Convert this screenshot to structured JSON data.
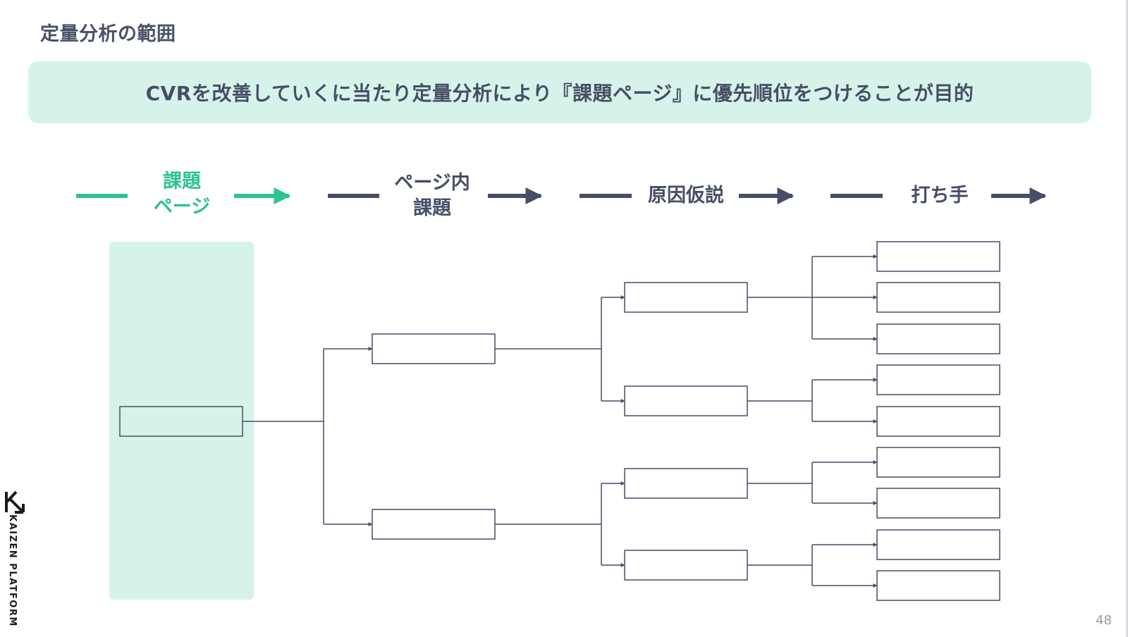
{
  "slide": {
    "title": "定量分析の範囲",
    "banner": "CVRを改善していくに当たり定量分析により『課題ページ』に優先順位をつけることが目的",
    "page_number": "48"
  },
  "stages": [
    {
      "line1": "課題",
      "line2": "ページ"
    },
    {
      "line1": "ページ内",
      "line2": "課題"
    },
    {
      "line1": "原因仮説",
      "line2": ""
    },
    {
      "line1": "打ち手",
      "line2": ""
    }
  ],
  "logo": {
    "icon": "kaizen-logo-icon",
    "text": "KAIZEN PLATFORM"
  },
  "colors": {
    "accent": "#2ec295",
    "dark": "#474e66",
    "highlight_bg": "#d6f3ea",
    "page_number": "#9a9ca3"
  },
  "tree": {
    "levels": 4,
    "structure": "1 → 2 → 4 → 9",
    "leaf_counts_per_hypothesis": [
      3,
      2,
      2,
      2
    ]
  }
}
